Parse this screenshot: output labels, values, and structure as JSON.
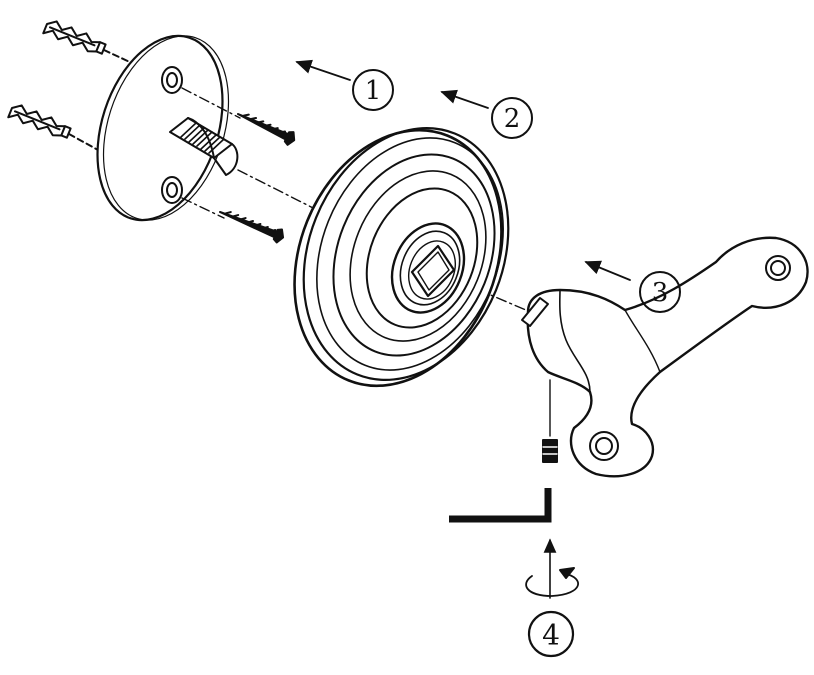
{
  "diagram": {
    "steps": [
      {
        "label": "1"
      },
      {
        "label": "2"
      },
      {
        "label": "3"
      },
      {
        "label": "4"
      }
    ],
    "parts": [
      "wall-plug-icon",
      "mounting-plate-icon",
      "screw-icon",
      "rosette-cover-icon",
      "double-hook-icon",
      "grub-screw-icon",
      "allen-key-icon",
      "rotate-arrow-icon"
    ],
    "colors": {
      "ink": "#111111",
      "paper": "#ffffff"
    }
  }
}
